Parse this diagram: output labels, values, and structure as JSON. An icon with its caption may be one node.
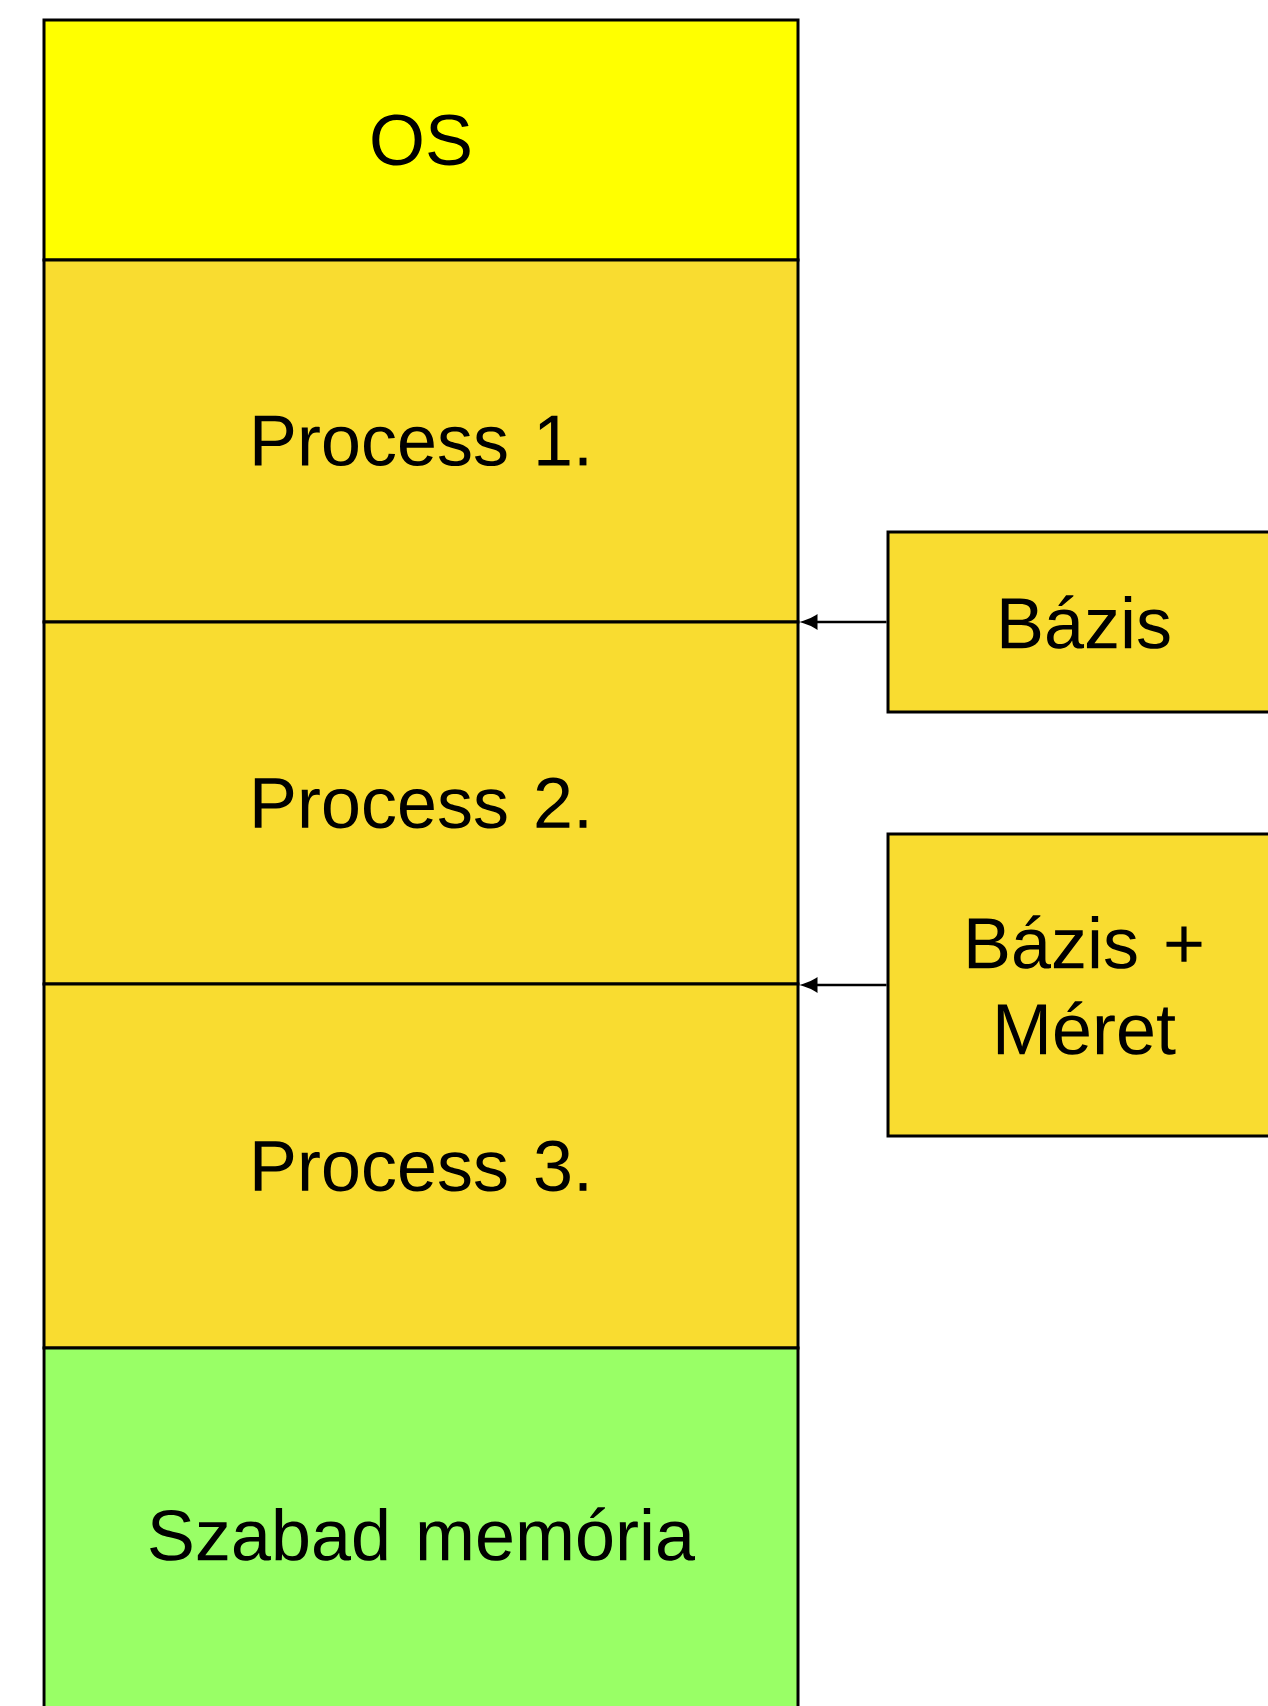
{
  "diagram": {
    "nodes": [
      {
        "text": [
          "OS"
        ]
      },
      {
        "text": [
          "Process 1."
        ]
      },
      {
        "text": [
          "Process 2."
        ]
      },
      {
        "text": [
          "Process 3."
        ]
      },
      {
        "text": [
          "Szabad memória"
        ]
      },
      {
        "text": [
          "Bázis"
        ]
      },
      {
        "text": [
          "Bázis + Méret"
        ]
      }
    ],
    "edges": [
      {
        "from": 5,
        "to": 2,
        "arrow": "to"
      },
      {
        "from": 6,
        "to": 2,
        "arrow": "to"
      }
    ]
  }
}
